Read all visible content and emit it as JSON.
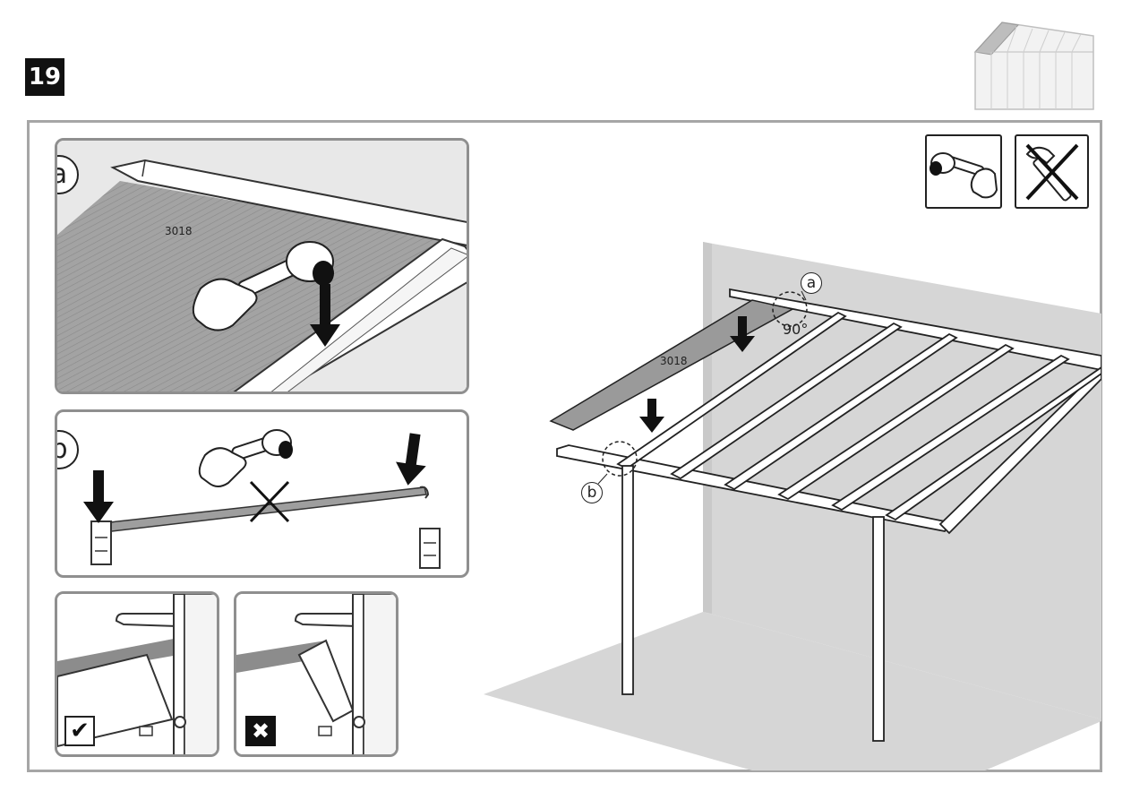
{
  "step": {
    "number": "19"
  },
  "detail_a": {
    "label": "a",
    "part_number": "3018"
  },
  "detail_b": {
    "label": "b"
  },
  "main_view": {
    "part_number": "3018",
    "angle": "90°",
    "callout_a": "a",
    "callout_b": "b"
  },
  "tools": {
    "allowed": "rubber-mallet-icon",
    "forbidden": "hammer-crossed-icon"
  },
  "result_correct": {
    "mark": "✔"
  },
  "result_wrong": {
    "mark": "✖"
  },
  "colors": {
    "panel_border": "#8f8f8f",
    "frame_border": "#a6a6a6",
    "sheet_grey": "#9a9a9a",
    "floor_grey": "#d6d6d6"
  }
}
